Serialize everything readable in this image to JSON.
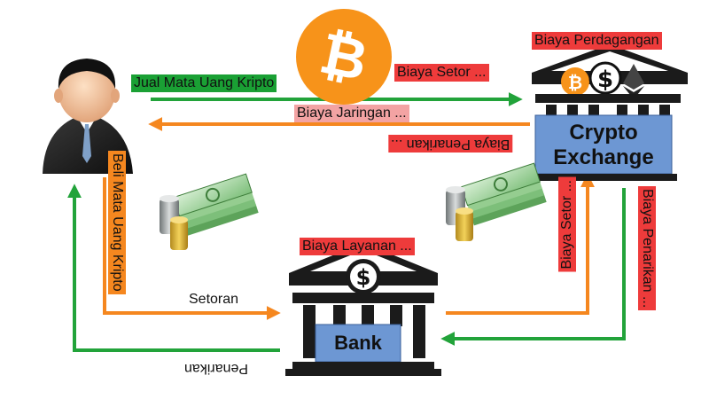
{
  "labels": {
    "jual": "Jual Mata Uang Kripto",
    "biaya_setor_top": "Biaya Setor ...",
    "biaya_perdagangan": "Biaya Perdagangan",
    "biaya_jaringan": "Biaya Jaringan ...",
    "biaya_penarikan_top": "Biaya Penarikan ...",
    "beli": "Beli Mata Uang Kripto",
    "setoran": "Setoran",
    "penarikan": "Penarikan",
    "biaya_layanan": "Biaya Layanan ...",
    "biaya_setor_right": "Biaya Setor ...",
    "biaya_penarikan_right": "Biaya Penarikan ...",
    "bank": "Bank",
    "crypto_exchange_line1": "Crypto",
    "crypto_exchange_line2": "Exchange"
  },
  "colors": {
    "green_arrow": "#22a33a",
    "orange_arrow": "#f5871f",
    "red_label": "#ee3b3b",
    "box_blue": "#6d97d3",
    "bitcoin_orange": "#f7931a",
    "building_dark": "#1b1b1b"
  },
  "icons": [
    "person-icon",
    "bitcoin-icon",
    "bank-icon",
    "exchange-icon",
    "money-icon",
    "dollar-icon",
    "ethereum-icon"
  ]
}
